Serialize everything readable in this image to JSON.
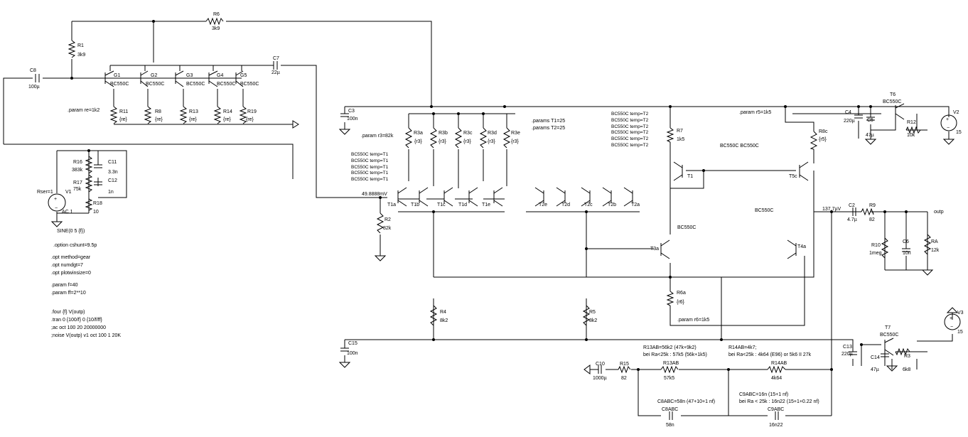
{
  "components": {
    "R6": {
      "name": "R6",
      "value": "3k9"
    },
    "R1": {
      "name": "R1",
      "value": "3k9"
    },
    "C8": {
      "name": "C8",
      "value": "100µ"
    },
    "C7": {
      "name": "C7",
      "value": "22µ"
    },
    "G1": {
      "name": "G1",
      "model": "BC550C"
    },
    "G2": {
      "name": "G2",
      "model": "BC550C"
    },
    "G3": {
      "name": "G3",
      "model": "BC550C"
    },
    "G4": {
      "name": "G4",
      "model": "BC550C"
    },
    "G5": {
      "name": "G5",
      "model": "BC550C"
    },
    "R11": {
      "name": "R11",
      "value": "{re}"
    },
    "R8": {
      "name": "R8",
      "value": "{re}"
    },
    "R13": {
      "name": "R13",
      "value": "{re}"
    },
    "R14": {
      "name": "R14",
      "value": "{re}"
    },
    "R19": {
      "name": "R19",
      "value": "{re}"
    },
    "R16": {
      "name": "R16",
      "value": "383k"
    },
    "C11": {
      "name": "C11",
      "value": "3.3n"
    },
    "R17": {
      "name": "R17",
      "value": "75k"
    },
    "C12": {
      "name": "C12",
      "value": "1n"
    },
    "R18": {
      "name": "R18",
      "value": "10"
    },
    "V1": {
      "name": "V1",
      "rser": "Rser=1",
      "ac": "AC 1",
      "sine": "SINE(0 5 {f})"
    },
    "C3": {
      "name": "C3",
      "value": "100n"
    },
    "R3a": {
      "name": "R3a",
      "value": "{r3}"
    },
    "R3b": {
      "name": "R3b",
      "value": "{r3}"
    },
    "R3c": {
      "name": "R3c",
      "value": "{r3}"
    },
    "R3d": {
      "name": "R3d",
      "value": "{r3}"
    },
    "R3e": {
      "name": "R3e",
      "value": "{r3}"
    },
    "R2": {
      "name": "R2",
      "value": "82k"
    },
    "R4": {
      "name": "R4",
      "value": "8k2"
    },
    "R5": {
      "name": "R5",
      "value": "8k2"
    },
    "C15": {
      "name": "C15",
      "value": "100n"
    },
    "R7": {
      "name": "R7",
      "value": "1k5"
    },
    "T1": {
      "name": "T1"
    },
    "R8c": {
      "name": "R8c",
      "value": "{r5}"
    },
    "T5c": {
      "name": "T5c"
    },
    "T3a": {
      "name": "T3a"
    },
    "T4a": {
      "name": "T4a"
    },
    "R6a": {
      "name": "R6a",
      "value": "{r6}"
    },
    "C4": {
      "name": "C4",
      "value": "220µ"
    },
    "C5": {
      "name": "C5",
      "value": "47µ"
    },
    "R12": {
      "name": "R12",
      "value": "10k"
    },
    "T6": {
      "name": "T6",
      "model": "BC550C"
    },
    "V2": {
      "name": "V2",
      "value": "15"
    },
    "C2": {
      "name": "C2",
      "value": "4.7µ"
    },
    "R9": {
      "name": "R9",
      "value": "82"
    },
    "R10": {
      "name": "R10",
      "value": "1meg"
    },
    "C6": {
      "name": "C6",
      "value": "10n"
    },
    "RA": {
      "name": "RA",
      "value": "12k"
    },
    "C13": {
      "name": "C13",
      "value": "220µ"
    },
    "C14": {
      "name": "C14",
      "value": "47µ"
    },
    "T7": {
      "name": "T7",
      "model": "BC550C"
    },
    "R3": {
      "name": "R3",
      "value": "6k8"
    },
    "V3": {
      "name": "V3",
      "value": "15"
    },
    "C10": {
      "name": "C10",
      "value": "1000µ"
    },
    "R15": {
      "name": "R15",
      "value": "82"
    },
    "R13AB": {
      "name": "R13AB",
      "value": "57k5"
    },
    "R14AB": {
      "name": "R14AB",
      "value": "4k64"
    },
    "C9ABC": {
      "name": "C9ABC",
      "value": "16n22"
    },
    "C8ABC": {
      "name": "C8ABC",
      "value": "58n"
    }
  },
  "transistors": {
    "T1a": "T1a",
    "T1b": "T1b",
    "T1c": "T1c",
    "T1d": "T1d",
    "T1e": "T1e",
    "T2e": "T2e",
    "T2d": "T2d",
    "T2c": "T2c",
    "T2b": "T2b",
    "T2a": "T2a"
  },
  "temps": [
    "BC550C  temp=T1",
    "BC550C  temp=T1",
    "BC550C  temp=T1",
    "BC550C  temp=T1",
    "BC550C  temp=T1"
  ],
  "temps2": [
    "BC550C  temp=T2",
    "BC550C  temp=T2",
    "BC550C  temp=T2",
    "BC550C  temp=T2",
    "BC550C  temp=T2",
    "BC550C  temp=T2"
  ],
  "labels": {
    "param_re": ".param re=1k2",
    "param_r3": ".param r3=82k",
    "params_t1": ".params T1=25",
    "params_t2": ".params T2=25",
    "param_r5": ".param r5=1k5",
    "param_r6": ".param r6=1k5",
    "bc550c_pair": "BC550C  BC550C",
    "bc550c_mid": "BC550C",
    "bc550c_right": "BC550C",
    "node1": "49.8888mV",
    "node2": "137.7µV",
    "out": "outp",
    "r13ab_note1": "R13AB=56k2 (47k+9k2)",
    "r13ab_note2": "bei Ra<25k : 57k5 (56k+1k5)",
    "r14ab_note1": "R14AB=4k7;",
    "r14ab_note2": "bei Ra<25k : 4k64 (E96)  or 5k6 II 27k",
    "c9abc_note1": "C9ABC=16n  (15+1 nf)",
    "c9abc_note2": "bei Ra < 25k : 16n22  (15+1+0.22 nf)",
    "c8abc_note": "C8ABC=58n  (47+10+1 nf)"
  },
  "directives": [
    ".option cshunt=9.5p",
    ".opt method=gear",
    ".opt numdgt=7",
    ".opt plotwinsize=0",
    ".param f=40",
    ".param ff=2**10",
    ".four {f} V(outp)",
    ".tran 0 {100/f} 0 {10/f/ff}",
    ";ac oct 100 20 20000000",
    ";noise V(outp) v1 oct 100 1 20K"
  ]
}
